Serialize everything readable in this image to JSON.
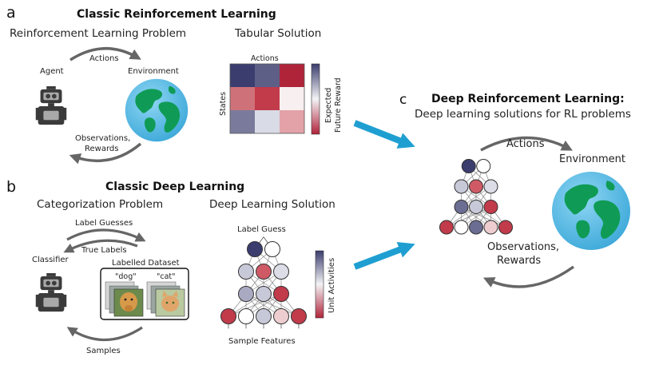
{
  "panel_a": {
    "letter": "a",
    "title": "Classic Reinforcement Learning",
    "left_subtitle": "Reinforcement Learning Problem",
    "right_subtitle": "Tabular Solution",
    "agent_label": "Agent",
    "environment_label": "Environment",
    "actions_label": "Actions",
    "observations_line1": "Observations,",
    "observations_line2": "Rewards",
    "table_actions_label": "Actions",
    "table_states_label": "States",
    "colorbar_line1": "Expected",
    "colorbar_line2": "Future Reward",
    "table_cells": [
      [
        "#3b3d6e",
        "#5d5f86",
        "#b0243a"
      ],
      [
        "#cf7179",
        "#c13b4b",
        "#f7eff0"
      ],
      [
        "#7a7b9c",
        "#d9dbe6",
        "#e2a2a8"
      ]
    ]
  },
  "panel_b": {
    "letter": "b",
    "title": "Classic Deep Learning",
    "left_subtitle": "Categorization Problem",
    "right_subtitle": "Deep Learning Solution",
    "label_guesses": "Label Guesses",
    "true_labels": "True Labels",
    "classifier_label": "Classifier",
    "dataset_label": "Labelled Dataset",
    "dog_label": "\"dog\"",
    "cat_label": "\"cat\"",
    "samples_label": "Samples",
    "label_guess": "Label Guess",
    "sample_features": "Sample Features",
    "unit_activities": "Unit Activities",
    "network_layers": [
      [
        "#3b3d6e",
        "#ffffff"
      ],
      [
        "#c8c9d8",
        "#cf5a66",
        "#dcdde7"
      ],
      [
        "#a9aac2",
        "#c8c9d8",
        "#c13b4b"
      ],
      [
        "#c13b4b",
        "#ffffff",
        "#c8c9d8",
        "#eecdd0",
        "#c13b4b"
      ]
    ]
  },
  "panel_c": {
    "letter": "c",
    "title": "Deep Reinforcement Learning:",
    "subtitle": "Deep learning solutions for RL problems",
    "actions_label": "Actions",
    "environment_label": "Environment",
    "observations_line1": "Observations,",
    "observations_line2": "Rewards",
    "network_layers": [
      [
        "#3b3d6e",
        "#ffffff"
      ],
      [
        "#c8c9d8",
        "#cf5a66",
        "#dcdde7"
      ],
      [
        "#6b6d92",
        "#c8c9d8",
        "#c13b4b"
      ],
      [
        "#c13b4b",
        "#ffffff",
        "#6b6d92",
        "#eecdd0",
        "#c13b4b"
      ]
    ]
  },
  "colors": {
    "arrow_blue": "#1f9fd1",
    "arrow_grey": "#666666",
    "ocean": "#5bbfe8",
    "land": "#0f9b55"
  }
}
